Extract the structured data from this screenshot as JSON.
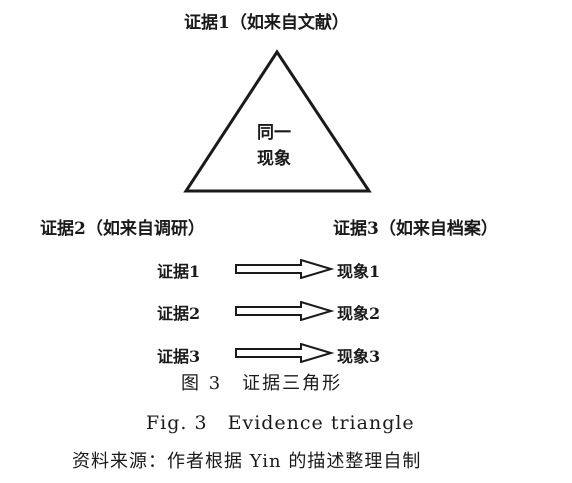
{
  "top_label": "证据1（如来自文献）",
  "triangle_text": {
    "line1": "同一",
    "line2": "现象"
  },
  "left_label": "证据2（如来自调研）",
  "right_label": "证据3（如来自档案）",
  "rows": [
    {
      "evidence": "证据1",
      "phenomenon": "现象1"
    },
    {
      "evidence": "证据2",
      "phenomenon": "现象2"
    },
    {
      "evidence": "证据3",
      "phenomenon": "现象3"
    }
  ],
  "caption_cn": "图 3　证据三角形",
  "caption_en": "Fig. 3　Evidence triangle",
  "source_note": "资料来源：作者根据 Yin 的描述整理自制",
  "colors": {
    "ink": "#1a1a1a",
    "background": "#ffffff"
  }
}
